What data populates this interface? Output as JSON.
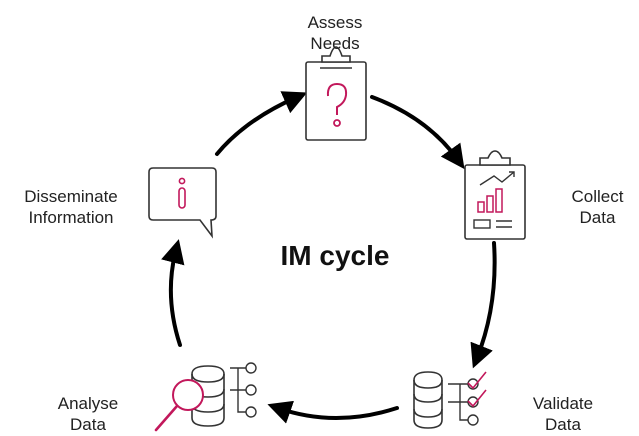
{
  "center_title": "IM cycle",
  "stages": [
    {
      "id": "assess",
      "line1": "Assess",
      "line2": "Needs",
      "icon": "clipboard-question-icon"
    },
    {
      "id": "collect",
      "line1": "Collect",
      "line2": "Data",
      "icon": "clipboard-chart-icon"
    },
    {
      "id": "validate",
      "line1": "Validate",
      "line2": "Data",
      "icon": "database-check-icon"
    },
    {
      "id": "analyse",
      "line1": "Analyse",
      "line2": "Data",
      "icon": "database-magnifier-icon"
    },
    {
      "id": "disseminate",
      "line1": "Disseminate",
      "line2": "Information",
      "icon": "info-speech-bubble-icon"
    }
  ],
  "colors": {
    "accent": "#c2185b",
    "outline": "#333333",
    "arrow": "#000000"
  }
}
